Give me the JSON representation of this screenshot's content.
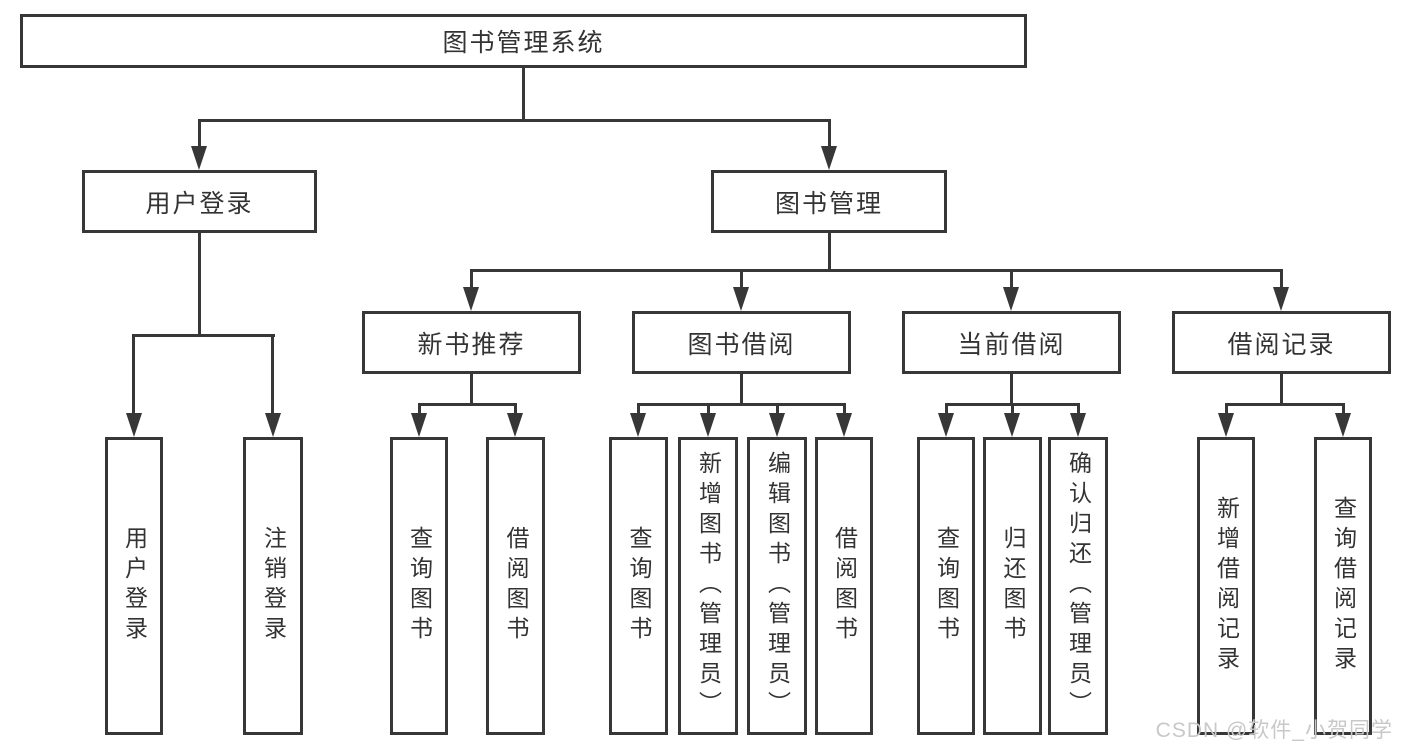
{
  "diagram_title": "图书管理系统",
  "tree": {
    "root": {
      "label": "图书管理系统"
    },
    "branches": [
      {
        "label": "用户登录",
        "children": [
          {
            "label": "用户登录"
          },
          {
            "label": "注销登录"
          }
        ]
      },
      {
        "label": "图书管理",
        "children": [
          {
            "label": "新书推荐",
            "children": [
              {
                "label": "查询图书"
              },
              {
                "label": "借阅图书"
              }
            ]
          },
          {
            "label": "图书借阅",
            "children": [
              {
                "label": "查询图书"
              },
              {
                "label": "新增图书（管理员）"
              },
              {
                "label": "编辑图书（管理员）"
              },
              {
                "label": "借阅图书"
              }
            ]
          },
          {
            "label": "当前借阅",
            "children": [
              {
                "label": "查询图书"
              },
              {
                "label": "归还图书"
              },
              {
                "label": "确认归还（管理员）"
              }
            ]
          },
          {
            "label": "借阅记录",
            "children": [
              {
                "label": "新增借阅记录"
              },
              {
                "label": "查询借阅记录"
              }
            ]
          }
        ]
      }
    ]
  },
  "watermark": {
    "text": "CSDN @软件_小贺同学"
  },
  "colors": {
    "line": "#373737",
    "text": "#333333",
    "box_background": "#ffffff",
    "page_background": "#ffffff",
    "watermark": "#c8c8c8"
  }
}
